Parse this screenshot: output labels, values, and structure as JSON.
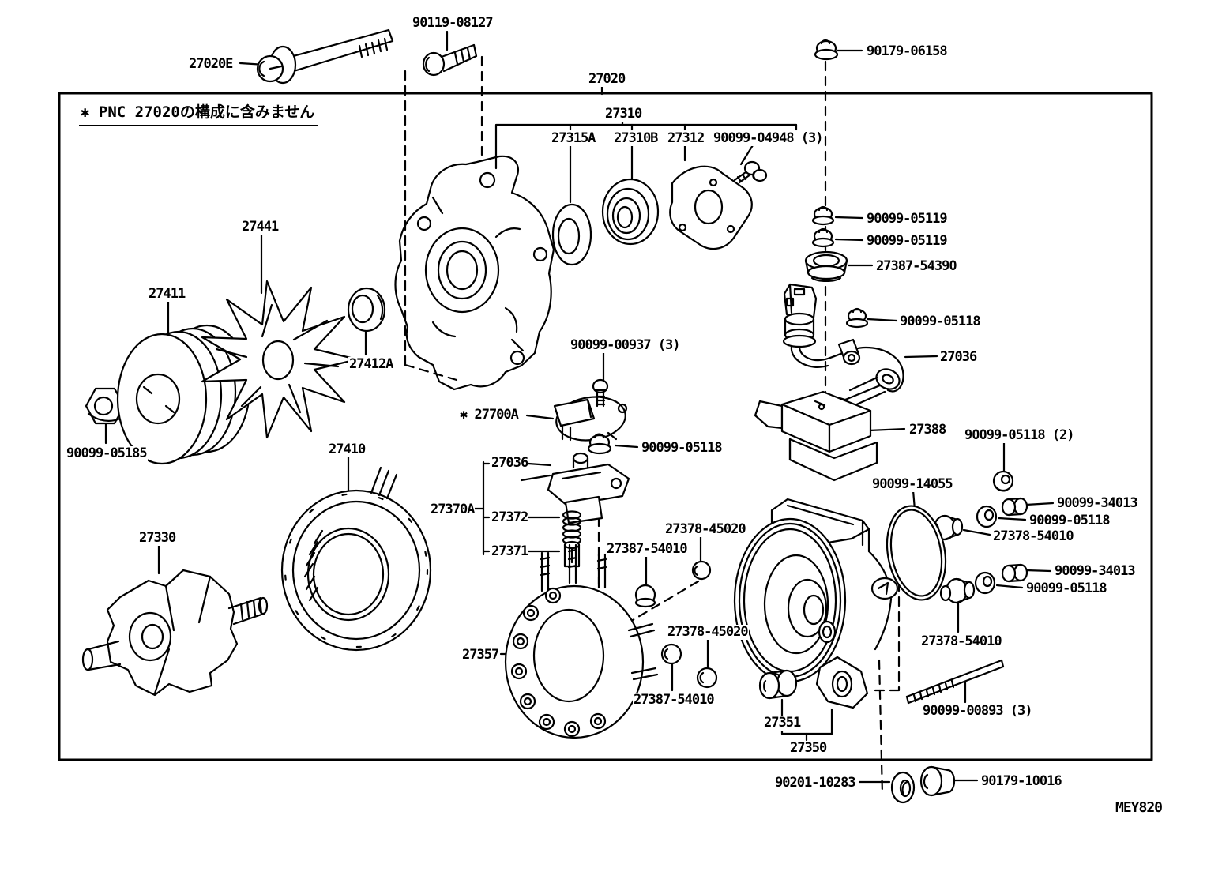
{
  "note": "✱ PNC 27020の構成に含みません",
  "diagram_code": "MEY820",
  "colors": {
    "background": "#ffffff",
    "line": "#000000"
  },
  "labels": [
    "27020E",
    "90119-08127",
    "90179-06158",
    "27020",
    "27310",
    "27315A",
    "27310B",
    "27312",
    "90099-04948 (3)",
    "90099-05119",
    "90099-05119",
    "27387-54390",
    "90099-05118",
    "27036",
    "27388",
    "90099-05118 (2)",
    "27441",
    "27411",
    "27412A",
    "90099-05185",
    "27410",
    "27330",
    "90099-00937 (3)",
    "✱ 27700A",
    "90099-05118",
    "27036",
    "27370A",
    "27372",
    "27371",
    "27378-45020",
    "27387-54010",
    "90099-14055",
    "90099-34013",
    "90099-05118",
    "27378-54010",
    "90099-34013",
    "90099-05118",
    "27378-45020",
    "27357",
    "27387-54010",
    "27378-54010",
    "27351",
    "27350",
    "90099-00893 (3)",
    "90201-10283",
    "90179-10016"
  ]
}
